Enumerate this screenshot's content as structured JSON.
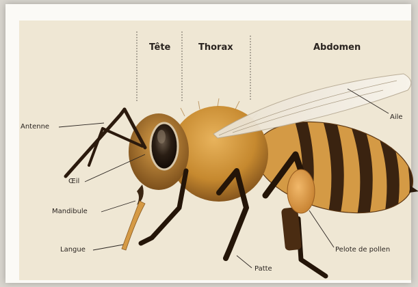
{
  "regions": {
    "head": "Tête",
    "thorax": "Thorax",
    "abdomen": "Abdomen"
  },
  "parts": {
    "antenna": "Antenne",
    "eye": "Œil",
    "mandible": "Mandibule",
    "tongue": "Langue",
    "wing": "Aile",
    "leg": "Patte",
    "pollen_basket": "Pelote de pollen"
  },
  "colors": {
    "page": "#efe7d4",
    "fur": "#c98a33",
    "stripe_dark": "#3a2310",
    "stripe_light": "#d49a45",
    "wing": "#f2ece0",
    "label_line": "#2a2420"
  }
}
